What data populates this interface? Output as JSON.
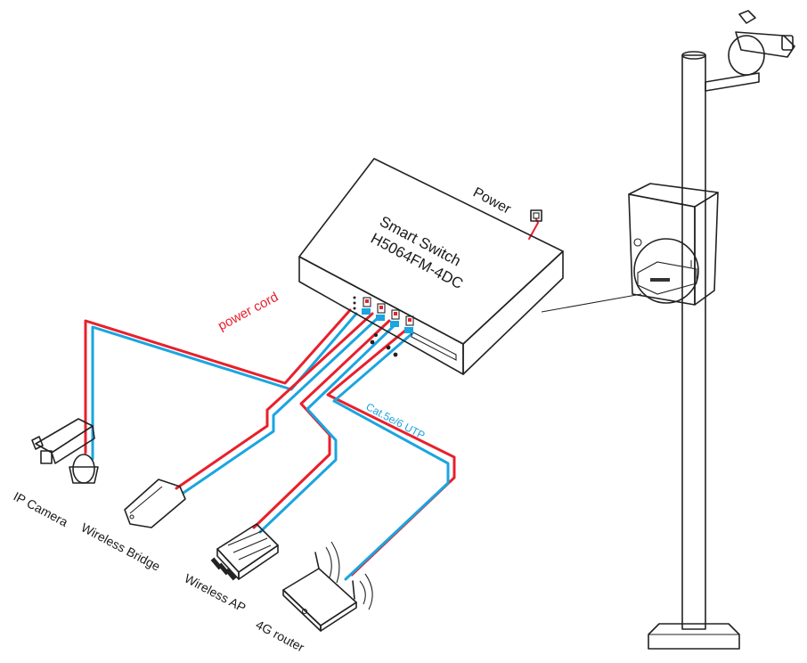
{
  "colors": {
    "power": "#e8202b",
    "data": "#1aa5e0",
    "outline": "#222222"
  },
  "switch": {
    "name": "Smart Switch",
    "model": "H5064FM-4DC"
  },
  "labels": {
    "power": "Power",
    "power_cord": "power cord",
    "cable": "Cat.5e/6 UTP"
  },
  "devices": {
    "ip_camera": "IP Camera",
    "wireless_bridge": "Wireless Bridge",
    "wireless_ap": "Wireless AP",
    "router": "4G router"
  },
  "icons": [
    "ip-camera-icon",
    "wireless-bridge-icon",
    "wireless-ap-icon",
    "router-icon",
    "pole-camera-icon",
    "power-socket-icon"
  ]
}
